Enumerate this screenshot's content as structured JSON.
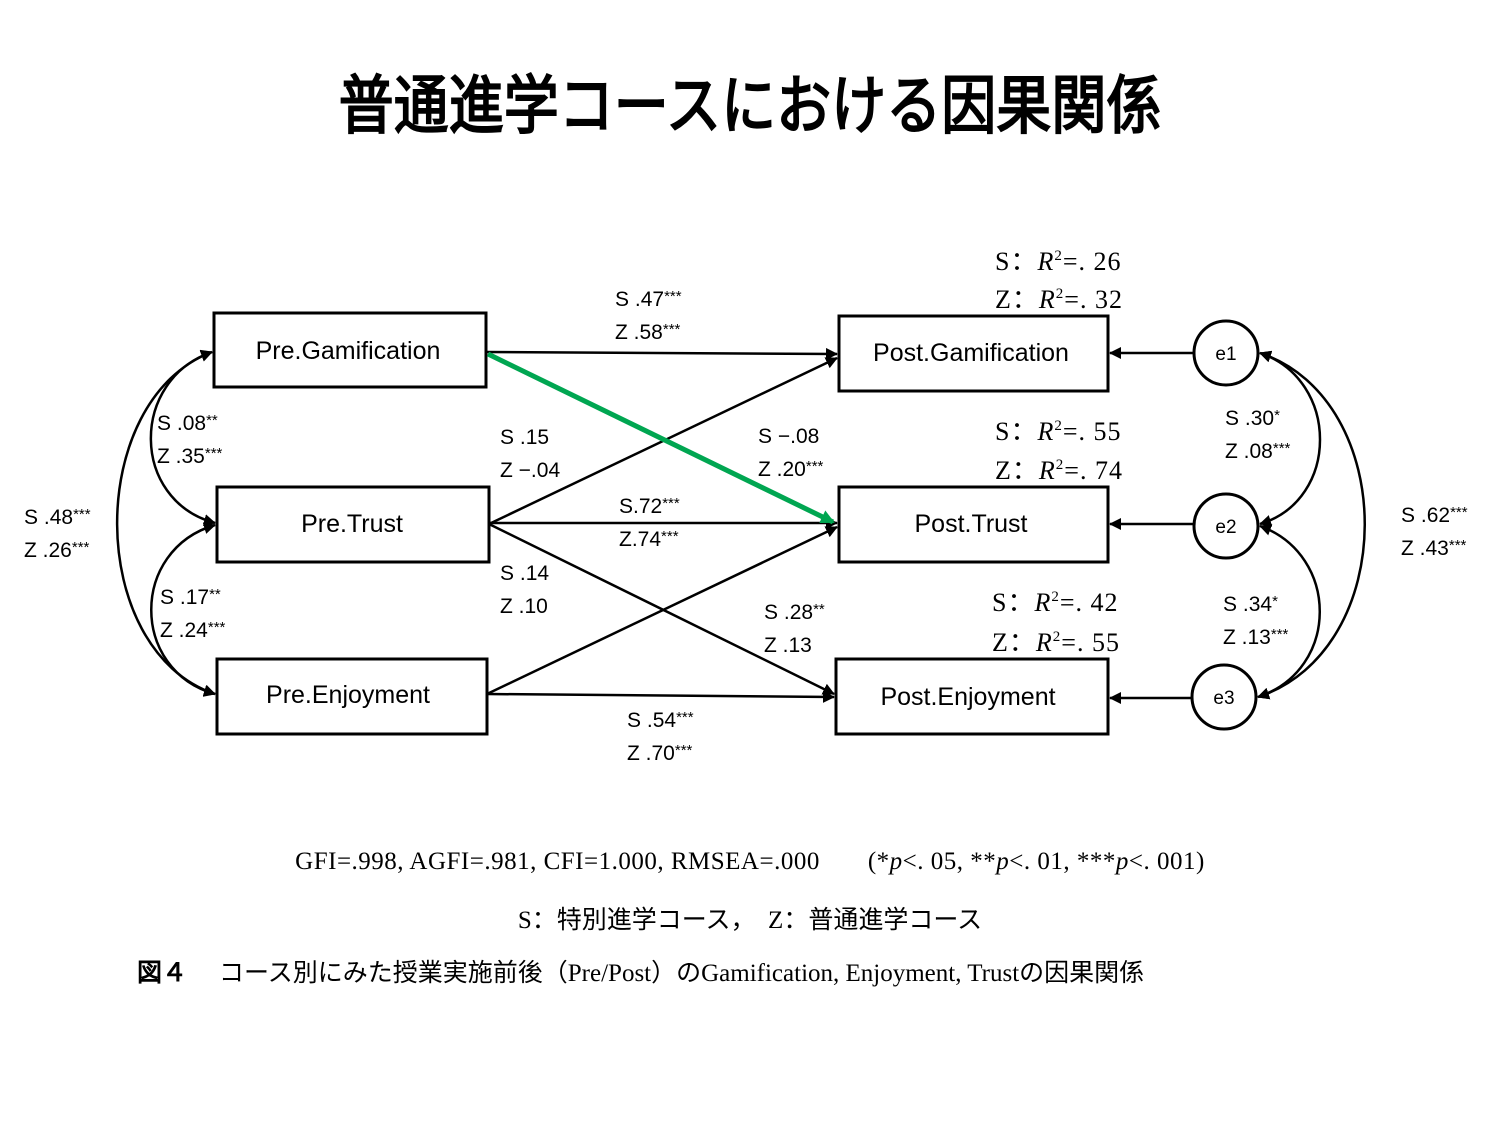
{
  "title": "普通進学コースにおける因果関係",
  "colors": {
    "line": "#000000",
    "highlight": "#00a651",
    "background": "#ffffff"
  },
  "nodes": {
    "pre_gamification": "Pre.Gamification",
    "pre_trust": "Pre.Trust",
    "pre_enjoyment": "Pre.Enjoyment",
    "post_gamification": "Post.Gamification",
    "post_trust": "Post.Trust",
    "post_enjoyment": "Post.Enjoyment",
    "e1": "e1",
    "e2": "e2",
    "e3": "e3"
  },
  "paths": [
    {
      "from": "Pre.Gamification",
      "to": "Post.Gamification",
      "S": ".47",
      "S_sig": "***",
      "Z": ".58",
      "Z_sig": "***",
      "highlight": false
    },
    {
      "from": "Pre.Gamification",
      "to": "Post.Trust",
      "S": "−.08",
      "S_sig": "",
      "Z": ".20",
      "Z_sig": "***",
      "highlight": true
    },
    {
      "from": "Pre.Trust",
      "to": "Post.Gamification",
      "S": ".15",
      "S_sig": "",
      "Z": "−.04",
      "Z_sig": "",
      "highlight": false
    },
    {
      "from": "Pre.Trust",
      "to": "Post.Trust",
      "S": ".72",
      "S_sig": "***",
      "Z": ".74",
      "Z_sig": "***",
      "highlight": false
    },
    {
      "from": "Pre.Trust",
      "to": "Post.Enjoyment",
      "S": ".28",
      "S_sig": "**",
      "Z": ".13",
      "Z_sig": "",
      "highlight": false
    },
    {
      "from": "Pre.Enjoyment",
      "to": "Post.Trust",
      "S": ".14",
      "S_sig": "",
      "Z": ".10",
      "Z_sig": "",
      "highlight": false
    },
    {
      "from": "Pre.Enjoyment",
      "to": "Post.Enjoyment",
      "S": ".54",
      "S_sig": "***",
      "Z": ".70",
      "Z_sig": "***",
      "highlight": false
    }
  ],
  "pre_covariances": [
    {
      "between": [
        "Pre.Gamification",
        "Pre.Trust"
      ],
      "S": ".08",
      "S_sig": "**",
      "Z": ".35",
      "Z_sig": "***"
    },
    {
      "between": [
        "Pre.Trust",
        "Pre.Enjoyment"
      ],
      "S": ".17",
      "S_sig": "**",
      "Z": ".24",
      "Z_sig": "***"
    },
    {
      "between": [
        "Pre.Gamification",
        "Pre.Enjoyment"
      ],
      "S": ".48",
      "S_sig": "***",
      "Z": ".26",
      "Z_sig": "***"
    }
  ],
  "error_covariances": [
    {
      "between": [
        "e1",
        "e2"
      ],
      "S": ".30",
      "S_sig": "*",
      "Z": ".08",
      "Z_sig": "***"
    },
    {
      "between": [
        "e2",
        "e3"
      ],
      "S": ".34",
      "S_sig": "*",
      "Z": ".13",
      "Z_sig": "***"
    },
    {
      "between": [
        "e1",
        "e3"
      ],
      "S": ".62",
      "S_sig": "***",
      "Z": ".43",
      "Z_sig": "***"
    }
  ],
  "r_squared": {
    "post_gamification": {
      "S": "=. 26",
      "Z": "=. 32"
    },
    "post_trust": {
      "S": "=. 55",
      "Z": "=. 74"
    },
    "post_enjoyment": {
      "S": "=. 42",
      "Z": "=. 55"
    }
  },
  "labels": {
    "S_prefix": "S",
    "Z_prefix": "Z",
    "r2_S": "S：",
    "r2_Z": "Z：",
    "r2_R": "R",
    "r2_sup": "2"
  },
  "fit": {
    "indices": "GFI=.998, AGFI=.981, CFI=1.000, RMSEA=.000",
    "sig_open": "(*",
    "sig_p1": "p",
    "sig_t1": "<. 05, **",
    "sig_p2": "p",
    "sig_t2": "<. 01, ***",
    "sig_p3": "p",
    "sig_t3": "<. 001)"
  },
  "legend": "S：特別進学コース，　Z：普通進学コース",
  "caption": {
    "figure_label": "図４",
    "text": "コース別にみた授業実施前後（Pre/Post）のGamification, Enjoyment, Trustの因果関係"
  }
}
